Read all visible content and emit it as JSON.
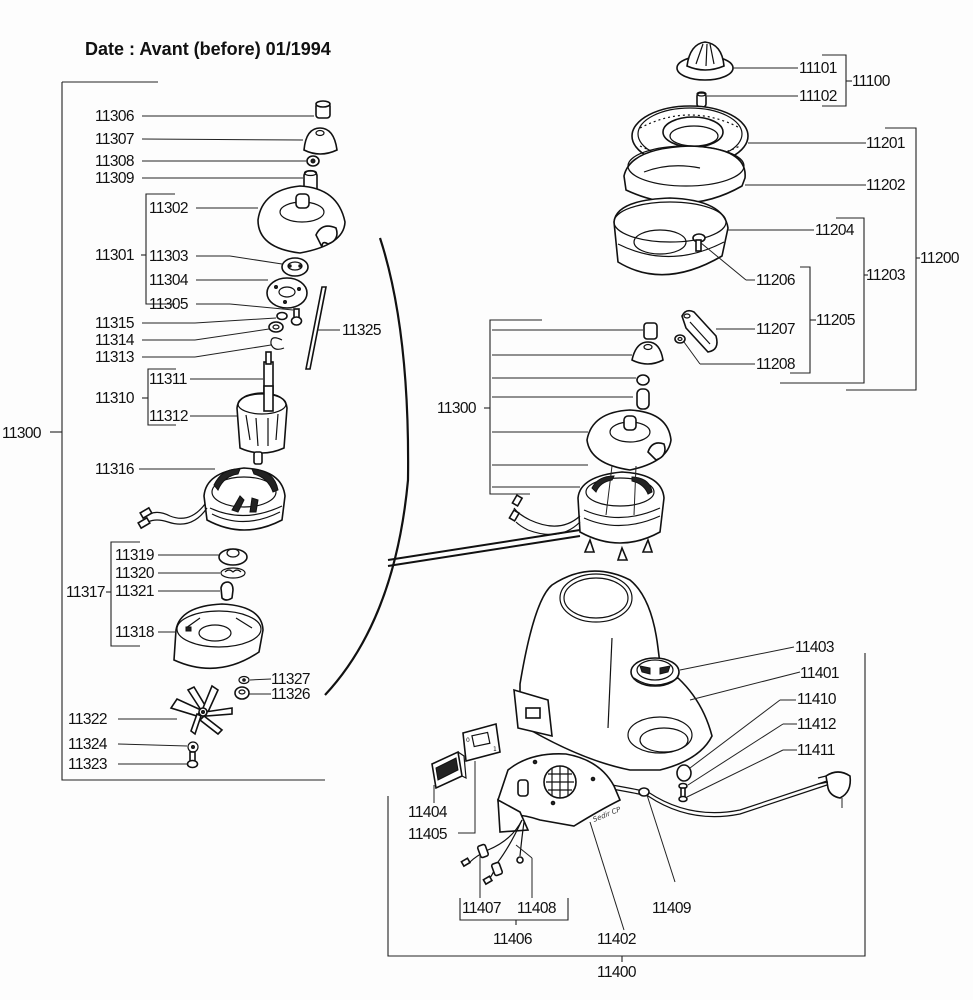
{
  "title": "Date : Avant  (before) 01/1994",
  "groups": {
    "g11100": "11100",
    "g11200": "11200",
    "g11203": "11203",
    "g11205": "11205",
    "g11300": "11300",
    "g11301": "11301",
    "g11310": "11310",
    "g11317": "11317",
    "g11300b": "11300",
    "g11400": "11400",
    "g11406": "11406"
  },
  "parts": {
    "p11101": "11101",
    "p11102": "11102",
    "p11201": "11201",
    "p11202": "11202",
    "p11204": "11204",
    "p11206": "11206",
    "p11207": "11207",
    "p11208": "11208",
    "p11302": "11302",
    "p11303": "11303",
    "p11304": "11304",
    "p11305": "11305",
    "p11306": "11306",
    "p11307": "11307",
    "p11308": "11308",
    "p11309": "11309",
    "p11311": "11311",
    "p11312": "11312",
    "p11313": "11313",
    "p11314": "11314",
    "p11315": "11315",
    "p11316": "11316",
    "p11318": "11318",
    "p11319": "11319",
    "p11320": "11320",
    "p11321": "11321",
    "p11322": "11322",
    "p11323": "11323",
    "p11324": "11324",
    "p11325": "11325",
    "p11326": "11326",
    "p11327": "11327",
    "p11401": "11401",
    "p11402": "11402",
    "p11403": "11403",
    "p11404": "11404",
    "p11405": "11405",
    "p11407": "11407",
    "p11408": "11408",
    "p11409": "11409",
    "p11410": "11410",
    "p11411": "11411",
    "p11412": "11412"
  },
  "annotations": {
    "switch_plate_0": "0",
    "switch_plate_1": "1",
    "cover_handwriting": "Sedir CP"
  }
}
